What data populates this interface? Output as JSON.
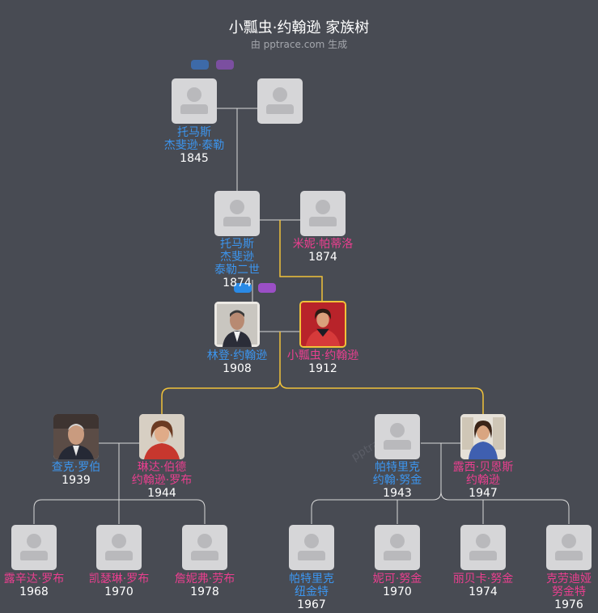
{
  "header": {
    "title": "小瓢虫·约翰逊 家族树",
    "subtitle": "由 pptrace.com 生成"
  },
  "watermark": "pptrace",
  "colors": {
    "male": "#3c95ee",
    "female": "#ea3f8f",
    "highlight_line": "#f0c23a",
    "line": "#d9d9d9",
    "background": "#484b53"
  },
  "people": [
    {
      "name": "托马斯\n杰斐逊·泰勒",
      "year": "1845",
      "gender": "male",
      "photo": false
    },
    {
      "name": "",
      "year": "",
      "gender": "female",
      "photo": false
    },
    {
      "name": "托马斯\n杰斐逊\n泰勒二世",
      "year": "1874",
      "gender": "male",
      "photo": false
    },
    {
      "name": "米妮·帕蒂洛",
      "year": "1874",
      "gender": "female",
      "photo": false
    },
    {
      "name": "林登·约翰逊",
      "year": "1908",
      "gender": "male",
      "photo": true
    },
    {
      "name": "小瓢虫·约翰逊",
      "year": "1912",
      "gender": "female",
      "photo": true,
      "highlight": true
    },
    {
      "name": "查克·罗伯",
      "year": "1939",
      "gender": "male",
      "photo": true
    },
    {
      "name": "琳达·伯德\n约翰逊·罗布",
      "year": "1944",
      "gender": "female",
      "photo": true
    },
    {
      "name": "帕特里克\n约翰·努金",
      "year": "1943",
      "gender": "male",
      "photo": false
    },
    {
      "name": "露西·贝恩斯\n约翰逊",
      "year": "1947",
      "gender": "female",
      "photo": true
    },
    {
      "name": "露辛达·罗布",
      "year": "1968",
      "gender": "female",
      "photo": false
    },
    {
      "name": "凯瑟琳·罗布",
      "year": "1970",
      "gender": "female",
      "photo": false
    },
    {
      "name": "詹妮弗·劳布",
      "year": "1978",
      "gender": "female",
      "photo": false
    },
    {
      "name": "帕特里克\n纽金特",
      "year": "1967",
      "gender": "male",
      "photo": false
    },
    {
      "name": "妮可·努金",
      "year": "1970",
      "gender": "female",
      "photo": false
    },
    {
      "name": "丽贝卡·努金",
      "year": "1974",
      "gender": "female",
      "photo": false
    },
    {
      "name": "克劳迪娅\n努金特",
      "year": "1976",
      "gender": "female",
      "photo": false
    }
  ]
}
